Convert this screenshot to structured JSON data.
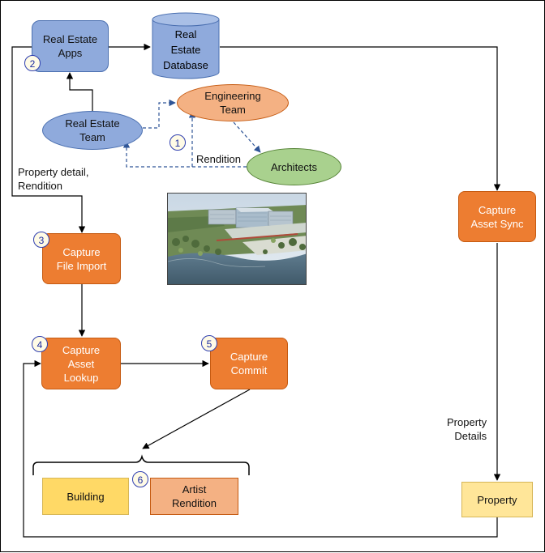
{
  "nodes": {
    "re_apps": "Real Estate\nApps",
    "re_db": "Real\nEstate\nDatabase",
    "eng_team": "Engineering\nTeam",
    "re_team": "Real Estate\nTeam",
    "architects": "Architects",
    "capture_asset_sync": "Capture\nAsset Sync",
    "capture_file_import": "Capture\nFile Import",
    "capture_asset_lookup": "Capture\nAsset\nLookup",
    "capture_commit": "Capture\nCommit",
    "building": "Building",
    "artist_rendition": "Artist\nRendition",
    "property": "Property"
  },
  "labels": {
    "rendition": "Rendition",
    "property_detail_rendition": "Property detail,\nRendition",
    "property_details": "Property\nDetails"
  },
  "badges": [
    "1",
    "2",
    "3",
    "4",
    "5",
    "6"
  ],
  "colors": {
    "blue": "#8faadc",
    "orange": "#ed7d31",
    "salmon": "#f4b183",
    "green": "#a9d18e",
    "yellow": "#ffd966",
    "dashed_arrow": "#2f5597"
  }
}
